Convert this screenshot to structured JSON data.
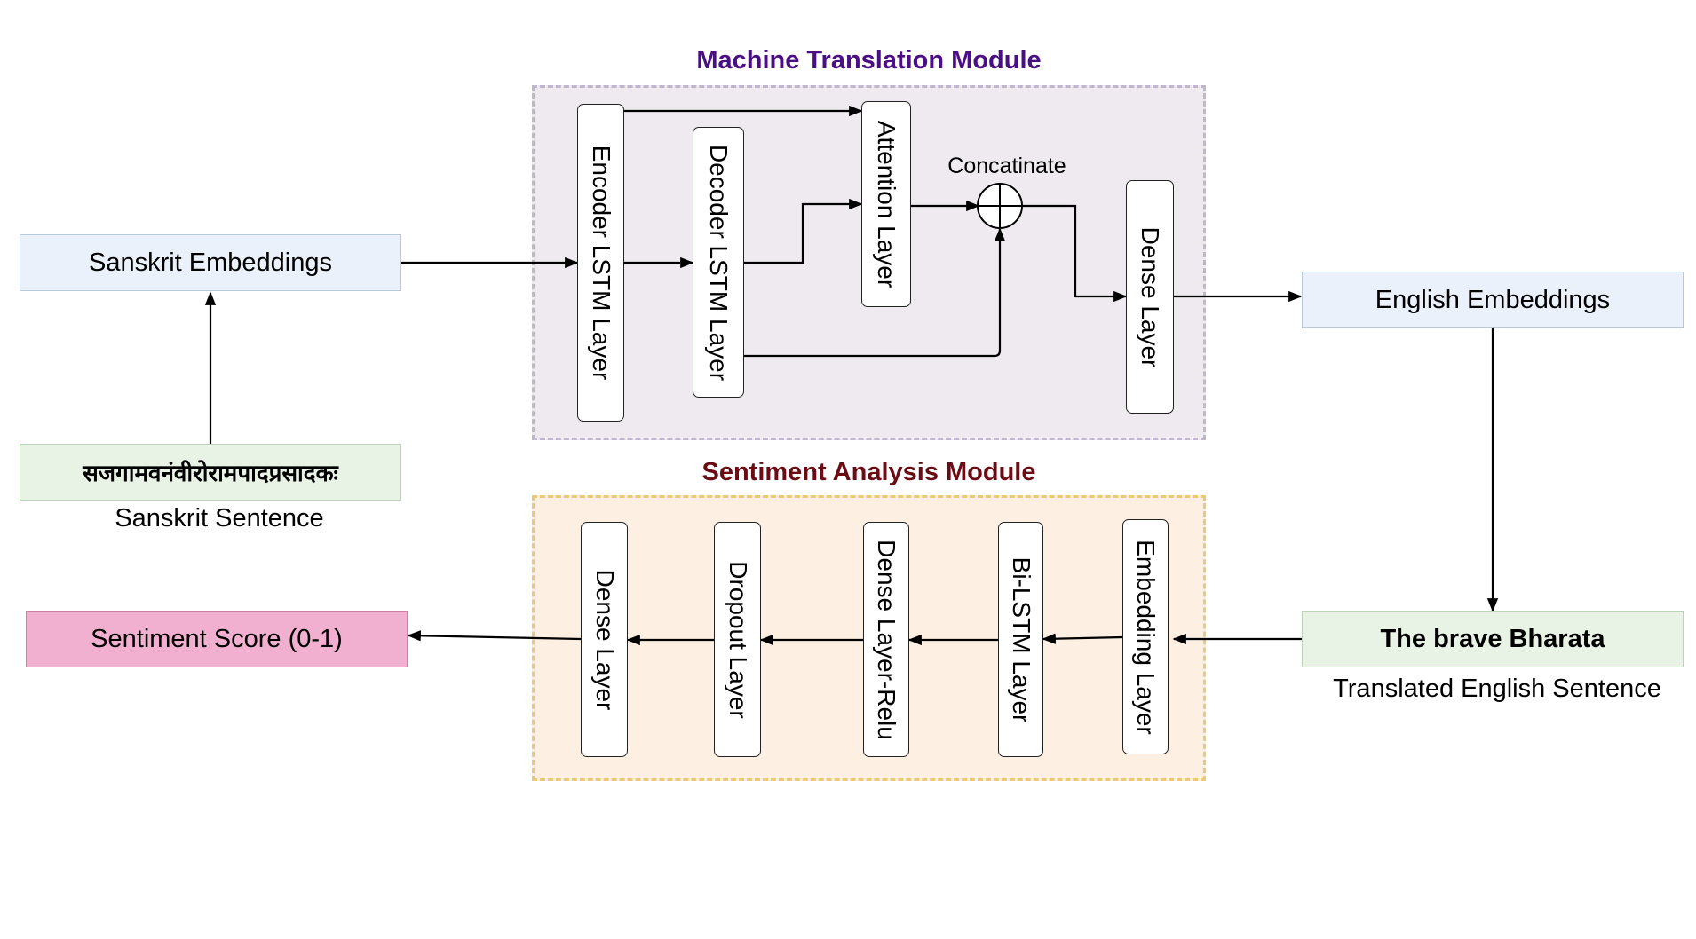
{
  "modules": {
    "machine_translation": {
      "title": "Machine Translation Module",
      "layers": {
        "encoder": "Encoder LSTM Layer",
        "decoder": "Decoder LSTM Layer",
        "attention": "Attention Layer",
        "dense": "Dense Layer"
      },
      "concatenate_label": "Concatinate"
    },
    "sentiment_analysis": {
      "title": "Sentiment Analysis Module",
      "layers": {
        "dense": "Dense Layer",
        "dropout": "Dropout Layer",
        "dense_relu": "Dense Layer-Relu",
        "bilstm": "Bi-LSTM Layer",
        "embedding": "Embedding Layer"
      }
    }
  },
  "sanskrit_embeddings": "Sanskrit Embeddings",
  "sanskrit_sentence": {
    "text": "सजगामवनंवीरोरामपादप्रसादकः",
    "caption": "Sanskrit Sentence"
  },
  "sentiment_score": "Sentiment Score (0-1)",
  "english_embeddings": "English Embeddings",
  "translated_sentence": {
    "text": "The brave Bharata",
    "caption": "Translated English Sentence"
  },
  "colors": {
    "mt_title": "#4a0f85",
    "sa_title": "#6b0c14",
    "mt_background": "#eeeaf0",
    "sa_background": "#fdefe2",
    "embedding_box": "#eaf1fa",
    "sentence_box": "#e8f3e6",
    "score_box": "#f2b0d0"
  }
}
